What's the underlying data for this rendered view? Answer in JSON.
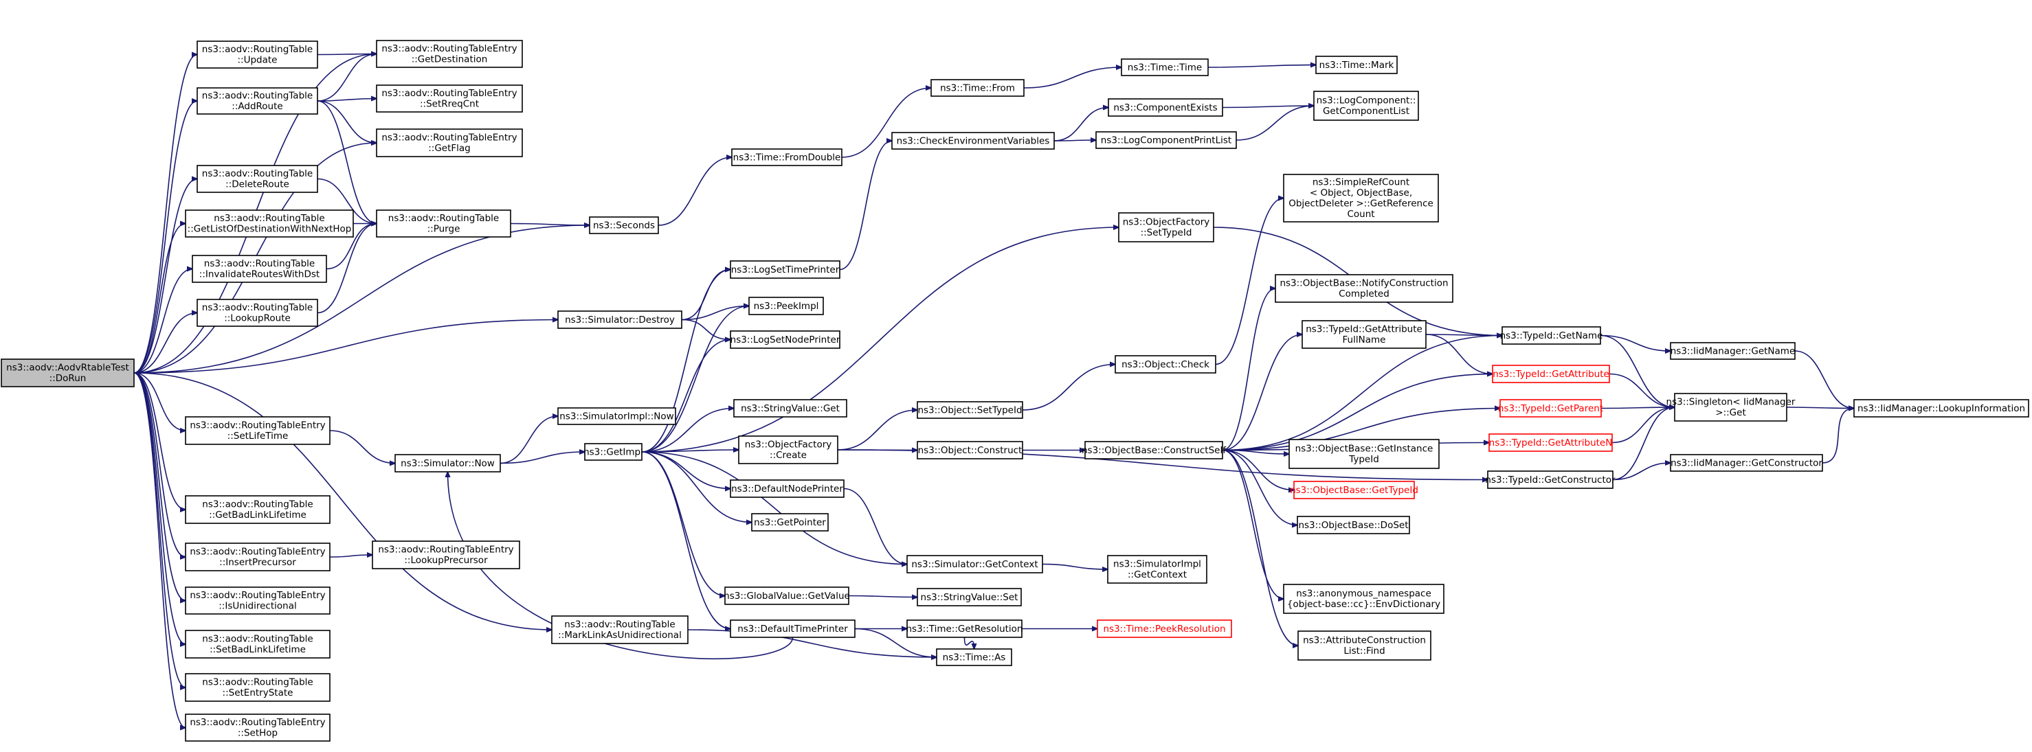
{
  "diagram": {
    "colors": {
      "edge": "#191970",
      "node_border": "#000000",
      "root_fill": "#bfbfbf",
      "truncated_border": "#ff0000"
    },
    "nodes": [
      {
        "id": "n0",
        "lines": [
          "ns3::aodv::AodvRtableTest",
          "::DoRun"
        ],
        "root": true
      },
      {
        "id": "n1",
        "lines": [
          "ns3::aodv::RoutingTable",
          "::Update"
        ]
      },
      {
        "id": "n2",
        "lines": [
          "ns3::aodv::RoutingTableEntry",
          "::GetDestination"
        ]
      },
      {
        "id": "n3",
        "lines": [
          "ns3::aodv::RoutingTable",
          "::AddRoute"
        ]
      },
      {
        "id": "n4",
        "lines": [
          "ns3::aodv::RoutingTableEntry",
          "::SetRreqCnt"
        ]
      },
      {
        "id": "n5",
        "lines": [
          "ns3::aodv::RoutingTableEntry",
          "::GetFlag"
        ]
      },
      {
        "id": "n6",
        "lines": [
          "ns3::aodv::RoutingTable",
          "::Purge"
        ]
      },
      {
        "id": "n7",
        "lines": [
          "ns3::aodv::RoutingTable",
          "::DeleteRoute"
        ]
      },
      {
        "id": "n8",
        "lines": [
          "ns3::aodv::RoutingTable",
          "::GetListOfDestinationWithNextHop"
        ]
      },
      {
        "id": "n9",
        "lines": [
          "ns3::aodv::RoutingTable",
          "::InvalidateRoutesWithDst"
        ]
      },
      {
        "id": "n10",
        "lines": [
          "ns3::aodv::RoutingTable",
          "::LookupRoute"
        ]
      },
      {
        "id": "n11",
        "lines": [
          "ns3::Seconds"
        ]
      },
      {
        "id": "n12",
        "lines": [
          "ns3::Time::FromDouble"
        ]
      },
      {
        "id": "n13",
        "lines": [
          "ns3::Time::From"
        ]
      },
      {
        "id": "n14",
        "lines": [
          "ns3::Time::Time"
        ]
      },
      {
        "id": "n15",
        "lines": [
          "ns3::Time::Mark"
        ]
      },
      {
        "id": "n16",
        "lines": [
          "ns3::CheckEnvironmentVariables"
        ]
      },
      {
        "id": "n17",
        "lines": [
          "ns3::ComponentExists"
        ]
      },
      {
        "id": "n18",
        "lines": [
          "ns3::LogComponentPrintList"
        ]
      },
      {
        "id": "n19",
        "lines": [
          "ns3::LogComponent::",
          "GetComponentList"
        ]
      },
      {
        "id": "n20",
        "lines": [
          "ns3::Simulator::Destroy"
        ]
      },
      {
        "id": "n21",
        "lines": [
          "ns3::LogSetTimePrinter"
        ]
      },
      {
        "id": "n22",
        "lines": [
          "ns3::PeekImpl"
        ]
      },
      {
        "id": "n23",
        "lines": [
          "ns3::LogSetNodePrinter"
        ]
      },
      {
        "id": "n24",
        "lines": [
          "ns3::ObjectFactory",
          "::SetTypeId"
        ]
      },
      {
        "id": "n25",
        "lines": [
          "ns3::SimpleRefCount",
          "< Object, ObjectBase,",
          "ObjectDeleter >::GetReference",
          "Count"
        ]
      },
      {
        "id": "n26",
        "lines": [
          "ns3::ObjectBase::NotifyConstruction",
          "Completed"
        ]
      },
      {
        "id": "n27",
        "lines": [
          "ns3::TypeId::GetAttribute",
          "FullName"
        ]
      },
      {
        "id": "n28",
        "lines": [
          "ns3::TypeId::GetName"
        ]
      },
      {
        "id": "n29",
        "lines": [
          "ns3::IidManager::GetName"
        ]
      },
      {
        "id": "n30",
        "lines": [
          "ns3::IidManager::LookupInformation"
        ]
      },
      {
        "id": "n31",
        "lines": [
          "ns3::TypeId::GetAttribute"
        ],
        "red": true
      },
      {
        "id": "n32",
        "lines": [
          "ns3::Singleton< IidManager",
          ">::Get"
        ]
      },
      {
        "id": "n33",
        "lines": [
          "ns3::TypeId::GetParent"
        ],
        "red": true
      },
      {
        "id": "n34",
        "lines": [
          "ns3::TypeId::GetAttributeN"
        ],
        "red": true
      },
      {
        "id": "n35",
        "lines": [
          "ns3::TypeId::GetConstructor"
        ]
      },
      {
        "id": "n36",
        "lines": [
          "ns3::IidManager::GetConstructor"
        ]
      },
      {
        "id": "n37",
        "lines": [
          "ns3::Object::Check"
        ]
      },
      {
        "id": "n38",
        "lines": [
          "ns3::Object::SetTypeId"
        ]
      },
      {
        "id": "n39",
        "lines": [
          "ns3::Object::Construct"
        ]
      },
      {
        "id": "n40",
        "lines": [
          "ns3::ObjectBase::ConstructSelf"
        ]
      },
      {
        "id": "n41",
        "lines": [
          "ns3::ObjectBase::GetInstance",
          "TypeId"
        ]
      },
      {
        "id": "n42",
        "lines": [
          "ns3::ObjectBase::GetTypeId"
        ],
        "red": true
      },
      {
        "id": "n43",
        "lines": [
          "ns3::ObjectBase::DoSet"
        ]
      },
      {
        "id": "n44",
        "lines": [
          "ns3::anonymous_namespace",
          "{object-base::cc}::EnvDictionary"
        ]
      },
      {
        "id": "n45",
        "lines": [
          "ns3::AttributeConstruction",
          "List::Find"
        ]
      },
      {
        "id": "n46",
        "lines": [
          "ns3::aodv::RoutingTableEntry",
          "::SetLifeTime"
        ]
      },
      {
        "id": "n47",
        "lines": [
          "ns3::Simulator::Now"
        ]
      },
      {
        "id": "n48",
        "lines": [
          "ns3::SimulatorImpl::Now"
        ]
      },
      {
        "id": "n49",
        "lines": [
          "ns3::GetImpl"
        ]
      },
      {
        "id": "n50",
        "lines": [
          "ns3::StringValue::Get"
        ]
      },
      {
        "id": "n51",
        "lines": [
          "ns3::ObjectFactory",
          "::Create"
        ]
      },
      {
        "id": "n52",
        "lines": [
          "ns3::DefaultNodePrinter"
        ]
      },
      {
        "id": "n53",
        "lines": [
          "ns3::GetPointer"
        ]
      },
      {
        "id": "n54",
        "lines": [
          "ns3::Simulator::GetContext"
        ]
      },
      {
        "id": "n55",
        "lines": [
          "ns3::SimulatorImpl",
          "::GetContext"
        ]
      },
      {
        "id": "n56",
        "lines": [
          "ns3::GlobalValue::GetValue"
        ]
      },
      {
        "id": "n57",
        "lines": [
          "ns3::StringValue::Set"
        ]
      },
      {
        "id": "n58",
        "lines": [
          "ns3::DefaultTimePrinter"
        ]
      },
      {
        "id": "n59",
        "lines": [
          "ns3::Time::GetResolution"
        ]
      },
      {
        "id": "n60",
        "lines": [
          "ns3::Time::PeekResolution"
        ],
        "red": true
      },
      {
        "id": "n61",
        "lines": [
          "ns3::Time::As"
        ]
      },
      {
        "id": "n62",
        "lines": [
          "ns3::aodv::RoutingTable",
          "::MarkLinkAsUnidirectional"
        ]
      },
      {
        "id": "n63",
        "lines": [
          "ns3::aodv::RoutingTable",
          "::GetBadLinkLifetime"
        ]
      },
      {
        "id": "n64",
        "lines": [
          "ns3::aodv::RoutingTableEntry",
          "::InsertPrecursor"
        ]
      },
      {
        "id": "n65",
        "lines": [
          "ns3::aodv::RoutingTableEntry",
          "::LookupPrecursor"
        ]
      },
      {
        "id": "n66",
        "lines": [
          "ns3::aodv::RoutingTableEntry",
          "::IsUnidirectional"
        ]
      },
      {
        "id": "n67",
        "lines": [
          "ns3::aodv::RoutingTable",
          "::SetBadLinkLifetime"
        ]
      },
      {
        "id": "n68",
        "lines": [
          "ns3::aodv::RoutingTable",
          "::SetEntryState"
        ]
      },
      {
        "id": "n69",
        "lines": [
          "ns3::aodv::RoutingTableEntry",
          "::SetHop"
        ]
      }
    ],
    "edges": [
      [
        "n0",
        "n1"
      ],
      [
        "n0",
        "n2"
      ],
      [
        "n0",
        "n3"
      ],
      [
        "n0",
        "n5"
      ],
      [
        "n0",
        "n7"
      ],
      [
        "n0",
        "n8"
      ],
      [
        "n0",
        "n9"
      ],
      [
        "n0",
        "n10"
      ],
      [
        "n0",
        "n11"
      ],
      [
        "n0",
        "n20"
      ],
      [
        "n0",
        "n46"
      ],
      [
        "n0",
        "n62"
      ],
      [
        "n0",
        "n63"
      ],
      [
        "n0",
        "n64"
      ],
      [
        "n0",
        "n66"
      ],
      [
        "n0",
        "n67"
      ],
      [
        "n0",
        "n68"
      ],
      [
        "n0",
        "n69"
      ],
      [
        "n1",
        "n2"
      ],
      [
        "n3",
        "n2"
      ],
      [
        "n3",
        "n4"
      ],
      [
        "n3",
        "n5"
      ],
      [
        "n3",
        "n6"
      ],
      [
        "n7",
        "n6"
      ],
      [
        "n8",
        "n6"
      ],
      [
        "n9",
        "n6"
      ],
      [
        "n10",
        "n6"
      ],
      [
        "n6",
        "n11"
      ],
      [
        "n11",
        "n12"
      ],
      [
        "n12",
        "n13"
      ],
      [
        "n13",
        "n14"
      ],
      [
        "n14",
        "n15"
      ],
      [
        "n16",
        "n17"
      ],
      [
        "n16",
        "n18"
      ],
      [
        "n17",
        "n19"
      ],
      [
        "n18",
        "n19"
      ],
      [
        "n20",
        "n21"
      ],
      [
        "n20",
        "n22"
      ],
      [
        "n20",
        "n23"
      ],
      [
        "n21",
        "n16"
      ],
      [
        "n24",
        "n28"
      ],
      [
        "n27",
        "n28"
      ],
      [
        "n27",
        "n31"
      ],
      [
        "n28",
        "n29"
      ],
      [
        "n28",
        "n32"
      ],
      [
        "n29",
        "n30"
      ],
      [
        "n31",
        "n32"
      ],
      [
        "n33",
        "n32"
      ],
      [
        "n34",
        "n32"
      ],
      [
        "n35",
        "n32"
      ],
      [
        "n35",
        "n36"
      ],
      [
        "n36",
        "n30"
      ],
      [
        "n32",
        "n30"
      ],
      [
        "n37",
        "n25"
      ],
      [
        "n38",
        "n37"
      ],
      [
        "n39",
        "n40"
      ],
      [
        "n40",
        "n26"
      ],
      [
        "n40",
        "n27"
      ],
      [
        "n40",
        "n28"
      ],
      [
        "n40",
        "n31"
      ],
      [
        "n40",
        "n33"
      ],
      [
        "n40",
        "n34"
      ],
      [
        "n40",
        "n41"
      ],
      [
        "n40",
        "n42"
      ],
      [
        "n40",
        "n43"
      ],
      [
        "n40",
        "n44"
      ],
      [
        "n40",
        "n45"
      ],
      [
        "n46",
        "n47"
      ],
      [
        "n47",
        "n48"
      ],
      [
        "n47",
        "n49"
      ],
      [
        "n49",
        "n21"
      ],
      [
        "n49",
        "n22"
      ],
      [
        "n49",
        "n23"
      ],
      [
        "n49",
        "n24"
      ],
      [
        "n49",
        "n50"
      ],
      [
        "n49",
        "n51"
      ],
      [
        "n49",
        "n52"
      ],
      [
        "n49",
        "n53"
      ],
      [
        "n49",
        "n54"
      ],
      [
        "n49",
        "n56"
      ],
      [
        "n49",
        "n58"
      ],
      [
        "n51",
        "n38"
      ],
      [
        "n51",
        "n39"
      ],
      [
        "n51",
        "n35"
      ],
      [
        "n52",
        "n54"
      ],
      [
        "n54",
        "n55"
      ],
      [
        "n56",
        "n57"
      ],
      [
        "n58",
        "n47"
      ],
      [
        "n58",
        "n59"
      ],
      [
        "n58",
        "n61"
      ],
      [
        "n59",
        "n60"
      ],
      [
        "n59",
        "n61"
      ],
      [
        "n62",
        "n61"
      ],
      [
        "n64",
        "n65"
      ]
    ]
  }
}
